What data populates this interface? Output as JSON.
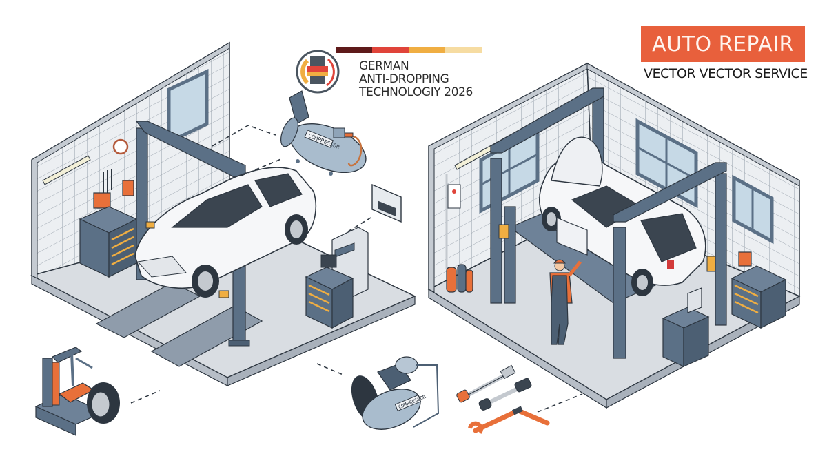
{
  "header": {
    "badge_title": "AUTO REPAIR",
    "subtitle": "VECTOR VECTOR SERVICE",
    "badge_color": "#e8603c"
  },
  "logo": {
    "line1": "GERMAN",
    "line2": "ANTI-DROPPING",
    "line3": "TECHNOLOGIY 2026",
    "stripe_colors": [
      "#5e1a1a",
      "#e0443a",
      "#f0ae42",
      "#f6dca2"
    ]
  },
  "illustration": {
    "left_bay": {
      "items": [
        "tiled-wall",
        "window",
        "two-post-lift",
        "white-hatchback",
        "drive-on-ramps",
        "tool-cabinet",
        "wall-tools",
        "diagnostic-station",
        "wall-monitor",
        "tool-chest"
      ]
    },
    "right_bay": {
      "items": [
        "tiled-walls",
        "windows",
        "four-post-lift",
        "white-hatchback-hood-open",
        "mechanic",
        "gas-cylinders",
        "computer-desk",
        "tool-cabinet",
        "parts-box"
      ]
    },
    "accessories": {
      "top_compressor_label": "COMPRESSOR",
      "bottom_compressor_label": "COMPRESSOR",
      "items": [
        "tank-air-compressor",
        "tire-changer",
        "portable-air-compressor",
        "socket-wrench",
        "breaker-bar",
        "open-end-wrench"
      ]
    }
  },
  "colors": {
    "steel_blue": "#5b7086",
    "floor": "#d9dde2",
    "tile": "#eef0f3",
    "accent_orange": "#e8703a",
    "outline": "#2d3640"
  }
}
